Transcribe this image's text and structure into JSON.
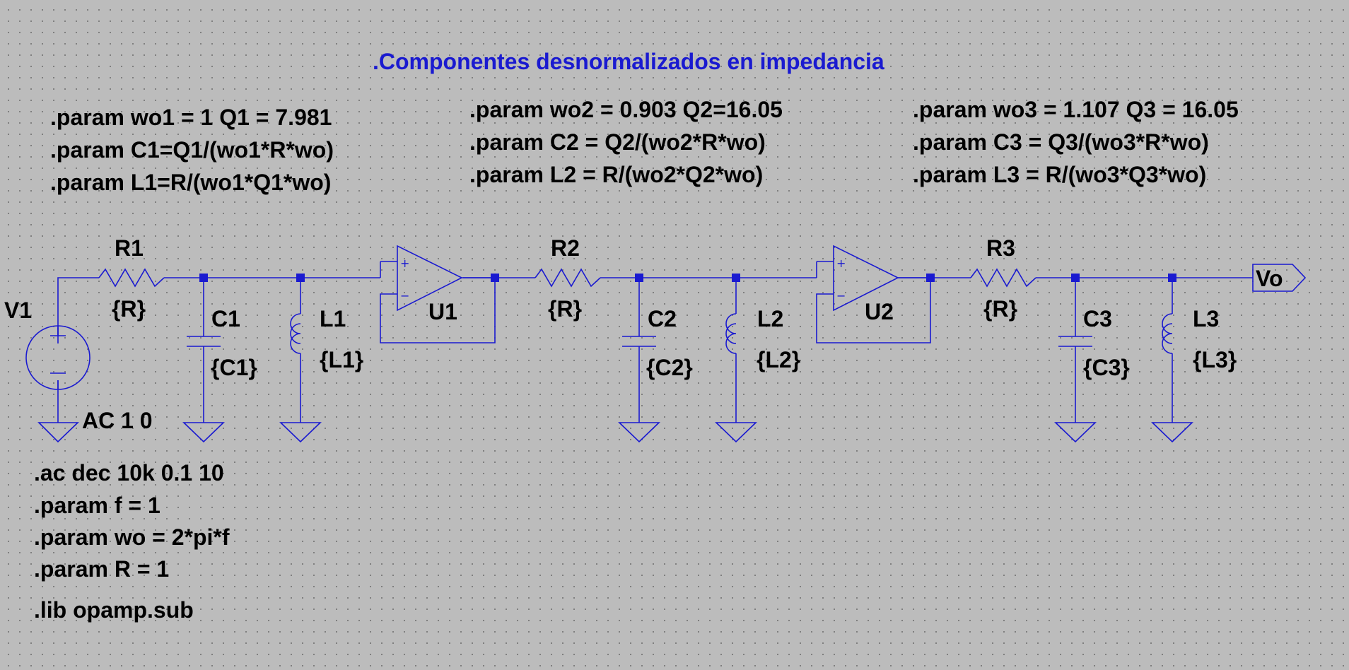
{
  "title": ".Componentes desnormalizados en impedancia",
  "directives": {
    "stage1": [
      ".param wo1 = 1 Q1 = 7.981",
      ".param C1=Q1/(wo1*R*wo)",
      ".param L1=R/(wo1*Q1*wo)"
    ],
    "stage2": [
      ".param wo2 = 0.903 Q2=16.05",
      ".param C2 = Q2/(wo2*R*wo)",
      ".param L2 = R/(wo2*Q2*wo)"
    ],
    "stage3": [
      ".param wo3 = 1.107 Q3 = 16.05",
      ".param C3 = Q3/(wo3*R*wo)",
      ".param L3 = R/(wo3*Q3*wo)"
    ],
    "sim": [
      ".ac dec 10k 0.1 10",
      ".param f = 1",
      ".param wo = 2*pi*f",
      ".param R = 1"
    ],
    "lib": ".lib opamp.sub"
  },
  "source": {
    "name": "V1",
    "value": "AC 1 0"
  },
  "resistors": [
    {
      "name": "R1",
      "value": "{R}"
    },
    {
      "name": "R2",
      "value": "{R}"
    },
    {
      "name": "R3",
      "value": "{R}"
    }
  ],
  "capacitors": [
    {
      "name": "C1",
      "value": "{C1}"
    },
    {
      "name": "C2",
      "value": "{C2}"
    },
    {
      "name": "C3",
      "value": "{C3}"
    }
  ],
  "inductors": [
    {
      "name": "L1",
      "value": "{L1}"
    },
    {
      "name": "L2",
      "value": "{L2}"
    },
    {
      "name": "L3",
      "value": "{L3}"
    }
  ],
  "opamps": [
    {
      "name": "U1"
    },
    {
      "name": "U2"
    }
  ],
  "output": {
    "name": "Vo"
  },
  "colors": {
    "wire": "#1a1ad0",
    "background": "#bcbcbc",
    "title": "#1a1ad0"
  }
}
